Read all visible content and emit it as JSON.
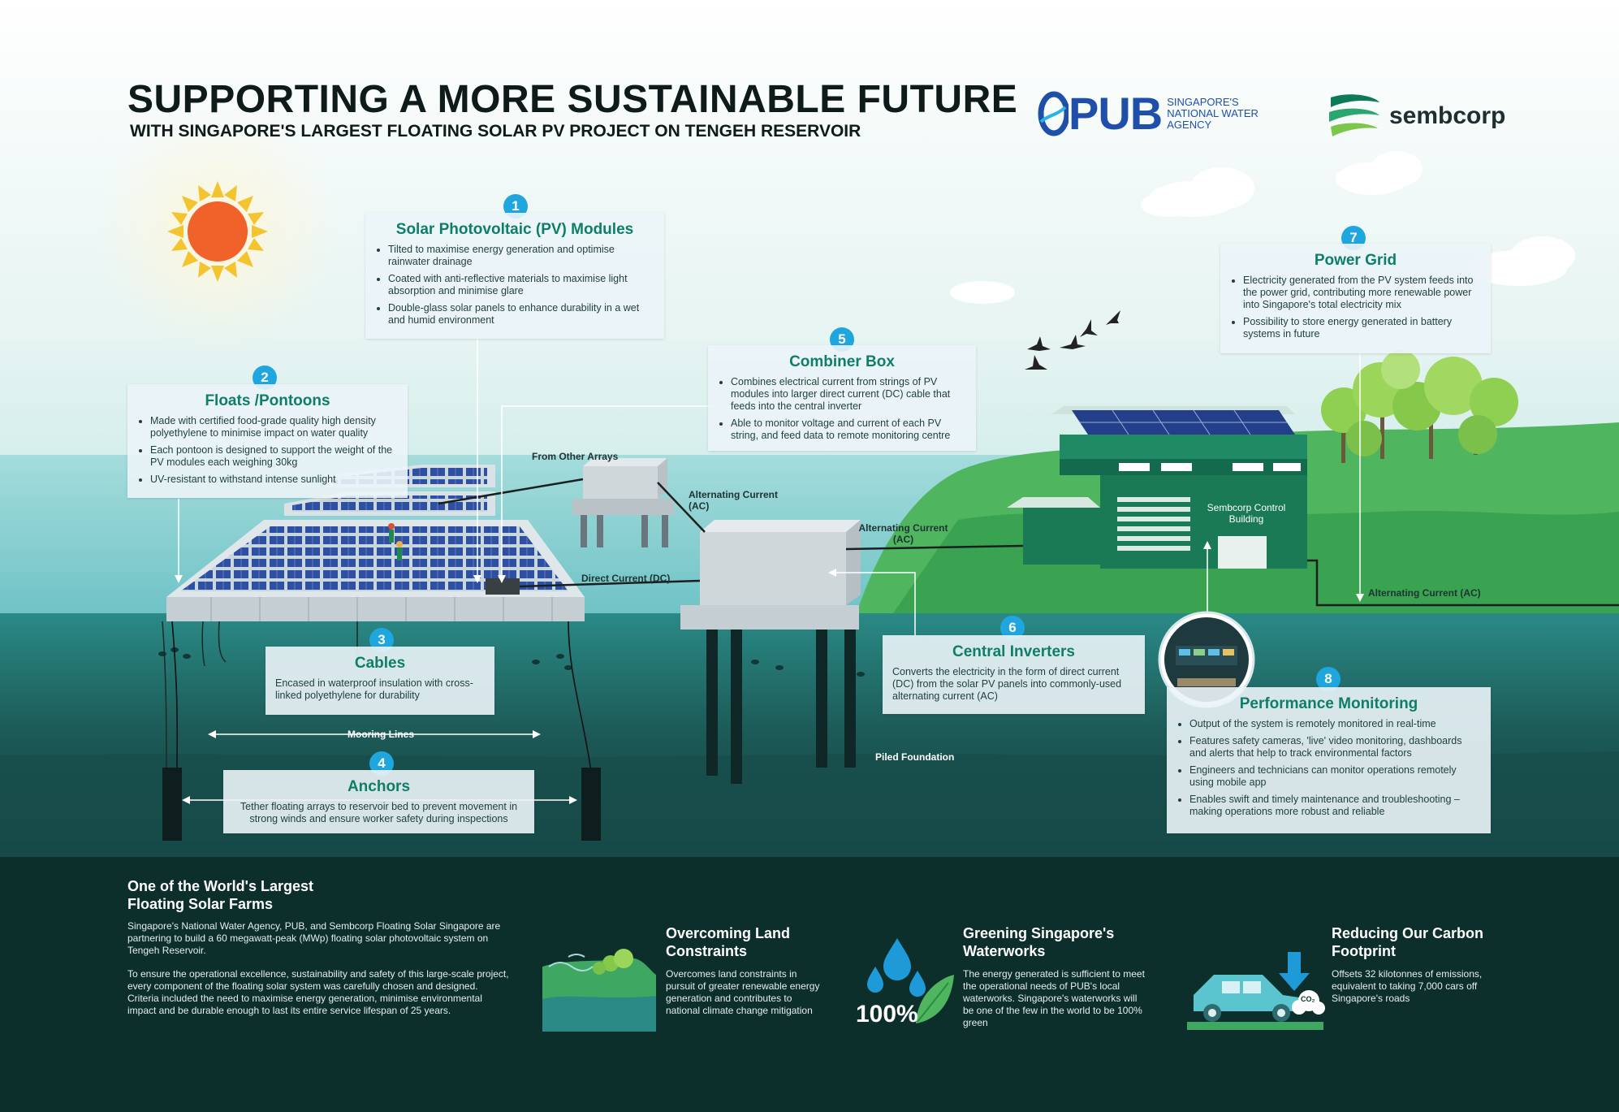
{
  "header": {
    "title": "SUPPORTING A MORE SUSTAINABLE FUTURE",
    "subtitle": "WITH SINGAPORE'S LARGEST FLOATING SOLAR PV PROJECT ON TENGEH RESERVOIR"
  },
  "logos": {
    "pub": {
      "word": "PUB",
      "tagline": "SINGAPORE'S NATIONAL WATER AGENCY"
    },
    "sembcorp": {
      "word": "sembcorp"
    }
  },
  "colors": {
    "sky_top": "#ffffff",
    "sky_bottom": "#bfe7e4",
    "water_surface": "#8fd3d4",
    "water_deep": "#1d5c59",
    "bottom_band": "#0c2f2c",
    "accent_green": "#0f7e68",
    "badge_blue": "#20a6de",
    "building_green": "#1f8a63",
    "sun": "#f1612a"
  },
  "callouts": [
    {
      "num": "1",
      "title": "Solar Photovoltaic (PV) Modules",
      "items": [
        "Tilted to maximise energy generation and optimise rainwater drainage",
        "Coated with anti-reflective materials to maximise light absorption and minimise glare",
        "Double-glass solar panels to enhance durability in a wet and humid environment"
      ]
    },
    {
      "num": "2",
      "title": "Floats /Pontoons",
      "items": [
        "Made with certified food-grade quality high density polyethylene to minimise impact on water quality",
        "Each pontoon is designed to support the weight of the PV modules each weighing 30kg",
        "UV-resistant to withstand intense sunlight"
      ]
    },
    {
      "num": "3",
      "title": "Cables",
      "text": "Encased in waterproof insulation with cross-linked polyethylene for durability"
    },
    {
      "num": "4",
      "title": "Anchors",
      "text": "Tether floating arrays to reservoir bed to prevent movement in strong winds and ensure worker safety during inspections"
    },
    {
      "num": "5",
      "title": "Combiner Box",
      "items": [
        "Combines electrical current from strings of PV modules into larger direct current (DC) cable that feeds into the central inverter",
        "Able to monitor voltage and current of each PV string, and feed data to remote monitoring centre"
      ]
    },
    {
      "num": "6",
      "title": "Central Inverters",
      "text": "Converts the electricity in the form of direct current (DC) from the solar PV panels into commonly-used alternating current (AC)"
    },
    {
      "num": "7",
      "title": "Power Grid",
      "items": [
        "Electricity generated from the PV system feeds into the power grid, contributing more renewable power into Singapore's total electricity mix",
        "Possibility to store energy generated in battery systems in future"
      ]
    },
    {
      "num": "8",
      "title": "Performance Monitoring",
      "items": [
        "Output of the system is remotely monitored in real-time",
        "Features safety cameras, 'live' video monitoring, dashboards and alerts that help to track environmental factors",
        "Engineers and technicians can monitor operations remotely using mobile app",
        "Enables swift and timely maintenance and troubleshooting – making operations more robust and reliable"
      ]
    }
  ],
  "diagram_labels": {
    "from_other_arrays": "From Other Arrays",
    "ac_1": "Alternating Current (AC)",
    "ac_2": "Alternating Current (AC)",
    "dc": "Direct Current (DC)",
    "ac_3": "Alternating Current (AC)",
    "control_building": "Sembcorp Control Building",
    "mooring_lines": "Mooring Lines",
    "piled_foundation": "Piled Foundation"
  },
  "bottom": {
    "intro_title": "One of the World's Largest Floating Solar Farms",
    "intro_p1": "Singapore's National Water Agency, PUB, and Sembcorp Floating Solar Singapore are partnering to build a 60 megawatt-peak (MWp) floating solar photovoltaic system on Tengeh Reservoir.",
    "intro_p2": "To ensure the operational excellence, sustainability and safety of this large-scale project, every component of the floating solar system was carefully chosen and designed. Criteria included the need to maximise energy generation, minimise environmental impact and be durable enough to last its entire service lifespan of 25 years.",
    "land_title": "Overcoming Land Constraints",
    "land_text": "Overcomes land constraints in pursuit of greater renewable energy generation and contributes to national climate change mitigation",
    "green_title": "Greening Singapore's Waterworks",
    "green_text": "The energy generated is sufficient to meet the operational needs of PUB's local waterworks. Singapore's waterworks will be one of the few in the world to be 100% green",
    "green_stat": "100%",
    "carbon_title": "Reducing Our Carbon Footprint",
    "carbon_text": "Offsets 32 kilotonnes of emissions, equivalent to taking 7,000 cars off Singapore's roads",
    "co2": "CO₂"
  },
  "icons": [
    "sun-icon",
    "bird-icon",
    "tree-icon",
    "water-drop-icon",
    "leaf-icon",
    "car-icon",
    "down-arrow-icon",
    "co2-cloud-icon",
    "landscape-icon",
    "monitor-screen-icon"
  ]
}
